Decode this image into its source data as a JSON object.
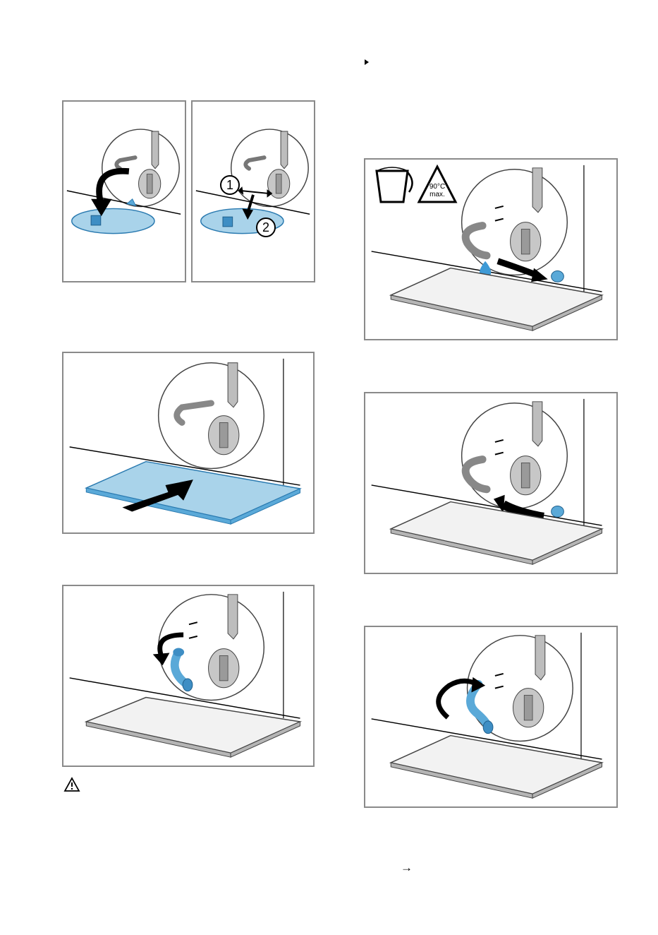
{
  "step_markers": {
    "first": "1",
    "second": "2"
  },
  "warning_label": {
    "line1": "90°C",
    "line2": "max."
  },
  "footer": {
    "arrow": "→"
  },
  "colors": {
    "accent_blue": "#5aa9d8",
    "light_blue": "#a9d3ea",
    "panel_border": "#8a8a8a",
    "part_gray": "#b5b5b5"
  },
  "icons": [
    "bucket-icon",
    "hot-water-warning-icon",
    "warning-triangle-icon",
    "arrow-right-icon",
    "bullet-icon"
  ]
}
